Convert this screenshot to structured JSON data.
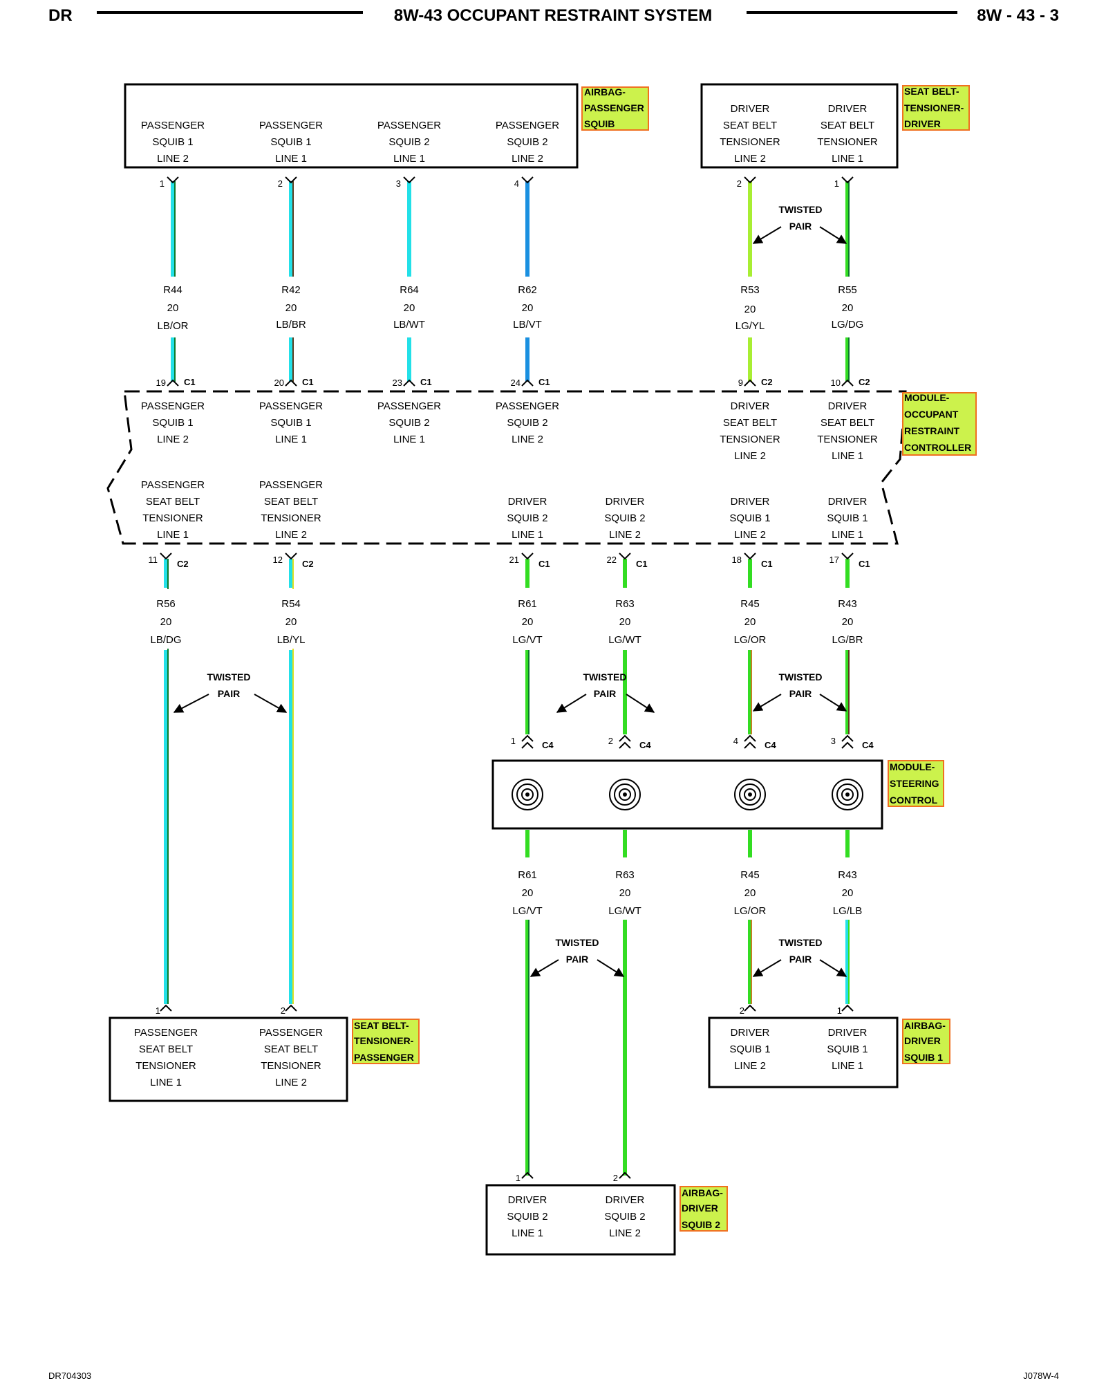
{
  "header": {
    "left": "DR",
    "title": "8W-43 OCCUPANT RESTRAINT SYSTEM",
    "right": "8W - 43 - 3"
  },
  "footer": {
    "left": "DR704303",
    "right": "J078W-4"
  },
  "colors": {
    "LB": "#22e0e8",
    "LB_dark": "#1a90e0",
    "LG": "#33dd22",
    "LG_light": "#a8ee33",
    "DG": "#0a7a2a",
    "tag_bg": "#ccf24c",
    "tag_border": "#f07020"
  },
  "tags": {
    "passenger_squib": [
      "AIRBAG-",
      "PASSENGER",
      "SQUIB"
    ],
    "driver_tensioner": [
      "SEAT BELT-",
      "TENSIONER-",
      "DRIVER"
    ],
    "orc": [
      "MODULE-",
      "OCCUPANT",
      "RESTRAINT",
      "CONTROLLER"
    ],
    "steering": [
      "MODULE-",
      "STEERING",
      "CONTROL"
    ],
    "passenger_tensioner": [
      "SEAT BELT-",
      "TENSIONER-",
      "PASSENGER"
    ],
    "driver_squib1": [
      "AIRBAG-",
      "DRIVER",
      "SQUIB 1"
    ],
    "driver_squib2": [
      "AIRBAG-",
      "DRIVER",
      "SQUIB 2"
    ]
  },
  "boxes": {
    "passenger_squib": [
      [
        "PASSENGER",
        "SQUIB 1",
        "LINE 2"
      ],
      [
        "PASSENGER",
        "SQUIB 1",
        "LINE 1"
      ],
      [
        "PASSENGER",
        "SQUIB 2",
        "LINE 1"
      ],
      [
        "PASSENGER",
        "SQUIB 2",
        "LINE 2"
      ]
    ],
    "driver_tensioner": [
      [
        "DRIVER",
        "SEAT BELT",
        "TENSIONER",
        "LINE 2"
      ],
      [
        "DRIVER",
        "SEAT BELT",
        "TENSIONER",
        "LINE 1"
      ]
    ],
    "orc_top": [
      [
        "PASSENGER",
        "SQUIB 1",
        "LINE 2"
      ],
      [
        "PASSENGER",
        "SQUIB 1",
        "LINE 1"
      ],
      [
        "PASSENGER",
        "SQUIB 2",
        "LINE 1"
      ],
      [
        "PASSENGER",
        "SQUIB 2",
        "LINE 2"
      ],
      [
        "DRIVER",
        "SEAT BELT",
        "TENSIONER",
        "LINE 2"
      ],
      [
        "DRIVER",
        "SEAT BELT",
        "TENSIONER",
        "LINE 1"
      ]
    ],
    "orc_bottom": [
      [
        "PASSENGER",
        "SEAT BELT",
        "TENSIONER",
        "LINE 1"
      ],
      [
        "PASSENGER",
        "SEAT BELT",
        "TENSIONER",
        "LINE 2"
      ],
      [
        "DRIVER",
        "SQUIB 2",
        "LINE 1"
      ],
      [
        "DRIVER",
        "SQUIB 2",
        "LINE 2"
      ],
      [
        "DRIVER",
        "SQUIB 1",
        "LINE 2"
      ],
      [
        "DRIVER",
        "SQUIB 1",
        "LINE 1"
      ]
    ],
    "passenger_tensioner": [
      [
        "PASSENGER",
        "SEAT BELT",
        "TENSIONER",
        "LINE 1"
      ],
      [
        "PASSENGER",
        "SEAT BELT",
        "TENSIONER",
        "LINE 2"
      ]
    ],
    "driver_squib1": [
      [
        "DRIVER",
        "SQUIB 1",
        "LINE 2"
      ],
      [
        "DRIVER",
        "SQUIB 1",
        "LINE 1"
      ]
    ],
    "driver_squib2": [
      [
        "DRIVER",
        "SQUIB 2",
        "LINE 1"
      ],
      [
        "DRIVER",
        "SQUIB 2",
        "LINE 2"
      ]
    ]
  },
  "wires": {
    "top": [
      {
        "code": "R44",
        "gauge": "20",
        "color": "LB/OR",
        "pin_top": "1",
        "pin_bottom": "19",
        "conn": "C1"
      },
      {
        "code": "R42",
        "gauge": "20",
        "color": "LB/BR",
        "pin_top": "2",
        "pin_bottom": "20",
        "conn": "C1"
      },
      {
        "code": "R64",
        "gauge": "20",
        "color": "LB/WT",
        "pin_top": "3",
        "pin_bottom": "23",
        "conn": "C1"
      },
      {
        "code": "R62",
        "gauge": "20",
        "color": "LB/VT",
        "pin_top": "4",
        "pin_bottom": "24",
        "conn": "C1"
      },
      {
        "code": "R53",
        "gauge": "20",
        "color": "LG/YL",
        "pin_top": "2",
        "pin_bottom": "9",
        "conn": "C2"
      },
      {
        "code": "R55",
        "gauge": "20",
        "color": "LG/DG",
        "pin_top": "1",
        "pin_bottom": "10",
        "conn": "C2"
      }
    ],
    "mid": [
      {
        "code": "R56",
        "gauge": "20",
        "color": "LB/DG",
        "pin": "11",
        "conn": "C2",
        "end_pin": "1"
      },
      {
        "code": "R54",
        "gauge": "20",
        "color": "LB/YL",
        "pin": "12",
        "conn": "C2",
        "end_pin": "2"
      },
      {
        "code": "R61",
        "gauge": "20",
        "color": "LG/VT",
        "pin": "21",
        "conn": "C1",
        "c4_pin": "1",
        "c4": "C4"
      },
      {
        "code": "R63",
        "gauge": "20",
        "color": "LG/WT",
        "pin": "22",
        "conn": "C1",
        "c4_pin": "2",
        "c4": "C4"
      },
      {
        "code": "R45",
        "gauge": "20",
        "color": "LG/OR",
        "pin": "18",
        "conn": "C1",
        "c4_pin": "4",
        "c4": "C4"
      },
      {
        "code": "R43",
        "gauge": "20",
        "color": "LG/BR",
        "pin": "17",
        "conn": "C1",
        "c4_pin": "3",
        "c4": "C4"
      }
    ],
    "low": [
      {
        "code": "R61",
        "gauge": "20",
        "color": "LG/VT",
        "end_pin": "1"
      },
      {
        "code": "R63",
        "gauge": "20",
        "color": "LG/WT",
        "end_pin": "2"
      },
      {
        "code": "R45",
        "gauge": "20",
        "color": "LG/OR",
        "end_pin": "2"
      },
      {
        "code": "R43",
        "gauge": "20",
        "color": "LG/LB",
        "end_pin": "1"
      }
    ]
  },
  "twisted_pair": [
    "TWISTED",
    "PAIR"
  ]
}
